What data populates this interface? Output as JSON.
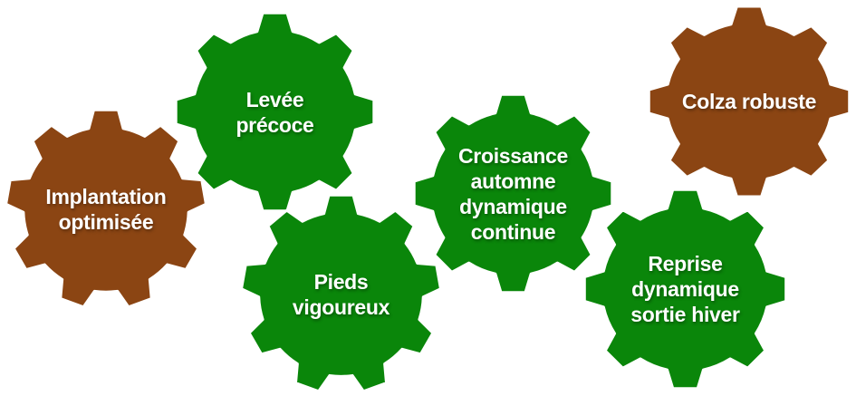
{
  "colors": {
    "green": "#0A860A",
    "brown": "#8B4513",
    "outline": "#FFFFFF",
    "label_text": "#FFFFFF",
    "background": "#FFFFFF"
  },
  "gears": [
    {
      "name": "implantation-optimisee",
      "label": "Implantation\noptimisée",
      "color": "#8B4513"
    },
    {
      "name": "levee-precoce",
      "label": "Levée\nprécoce",
      "color": "#0A860A"
    },
    {
      "name": "pieds-vigoureux",
      "label": "Pieds\nvigoureux",
      "color": "#0A860A"
    },
    {
      "name": "croissance-automne",
      "label": "Croissance\nautomne\ndynamique\ncontinue",
      "color": "#0A860A"
    },
    {
      "name": "reprise-dynamique",
      "label": "Reprise\ndynamique\nsortie hiver",
      "color": "#0A860A"
    },
    {
      "name": "colza-robuste",
      "label": "Colza robuste",
      "color": "#8B4513"
    }
  ]
}
